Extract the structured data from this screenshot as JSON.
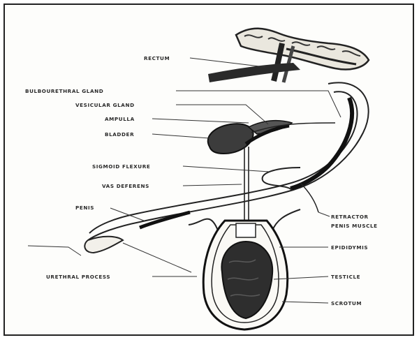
{
  "diagram": {
    "labels": {
      "rectum": "RECTUM",
      "bulbourethral_gland": "BULBOURETHRAL GLAND",
      "vesicular_gland": "VESICULAR GLAND",
      "ampulla": "AMPULLA",
      "bladder": "BLADDER",
      "sigmoid_flexure": "SIGMOID FLEXURE",
      "vas_deferens": "VAS DEFERENS",
      "penis": "PENIS",
      "retractor_penis_muscle_1": "RETRACTOR",
      "retractor_penis_muscle_2": "PENIS MUSCLE",
      "epididymis": "EPIDIDYMIS",
      "urethral_process": "URETHRAL PROCESS",
      "testicle": "TESTICLE",
      "scrotum": "SCROTUM"
    }
  }
}
